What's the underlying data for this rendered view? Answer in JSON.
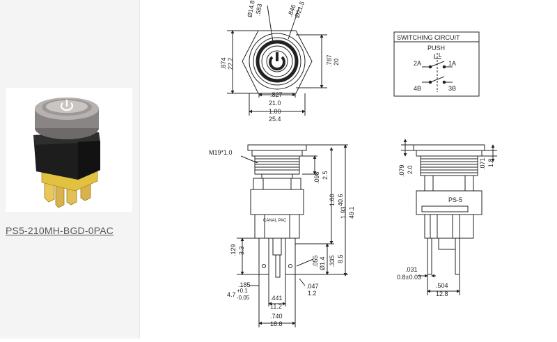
{
  "product": {
    "part_number": "PS5-210MH-BGD-0PAC"
  },
  "top_view": {
    "dims": [
      ".583",
      "Ø14.8",
      ".846",
      "Ø21.5",
      ".874",
      "22.2",
      ".787",
      "20",
      ".827",
      "21.0",
      "1.00",
      "25.4"
    ]
  },
  "side_view": {
    "thread": "M19*1.0",
    "body_text": "CANAL PAC",
    "dims": [
      ".098",
      "2.5",
      "1.60",
      "40.6",
      "1.93",
      "49.1",
      ".129",
      "3.3",
      ".055",
      "Ø1.4",
      ".335",
      "8.5",
      ".185",
      "4.7",
      "+0.1",
      "-0.05",
      ".047",
      "1.2",
      ".441",
      "11.2",
      ".740",
      "18.8"
    ]
  },
  "right_view": {
    "body_text": "PS-5",
    "dims": [
      ".079",
      "2.0",
      ".071",
      "1.8",
      ".031",
      "0.8±0.03",
      ".504",
      "12.8"
    ]
  },
  "switching_circuit": {
    "title": "SWITCHING CIRCUIT",
    "mode": "PUSH",
    "terminals": [
      "2A",
      "1A",
      "4B",
      "3B"
    ],
    "symbol": "L"
  }
}
